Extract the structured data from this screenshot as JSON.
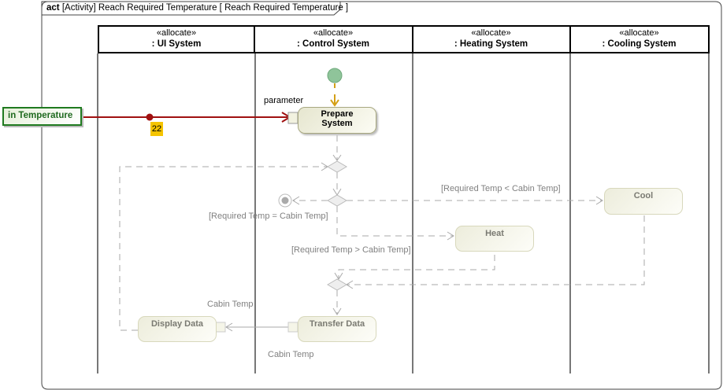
{
  "frame": {
    "keyword": "act",
    "title": "[Activity] Reach Required Temperature [ Reach Required Temperature ]"
  },
  "lanes": [
    {
      "stereotype": "«allocate»",
      "name": ": UI System"
    },
    {
      "stereotype": "«allocate»",
      "name": ": Control System"
    },
    {
      "stereotype": "«allocate»",
      "name": ": Heating System"
    },
    {
      "stereotype": "«allocate»",
      "name": ": Cooling System"
    }
  ],
  "parameter_node": "in Temperature",
  "flow_count": "22",
  "pin_label": "parameter",
  "actions": {
    "prepare": "Prepare System",
    "cool": "Cool",
    "heat": "Heat",
    "transfer": "Transfer Data",
    "display": "Display Data"
  },
  "guards": {
    "equal": "[Required Temp = Cabin Temp]",
    "less": "[Required Temp < Cabin Temp]",
    "greater": "[Required Temp > Cabin Temp]"
  },
  "pins": {
    "display_in": "Cabin Temp",
    "transfer_out": "Cabin Temp"
  },
  "colors": {
    "flow_active": "#a01010",
    "init": "#8fc49a",
    "arrow": "#d4a017",
    "badge": "#f5c400"
  }
}
